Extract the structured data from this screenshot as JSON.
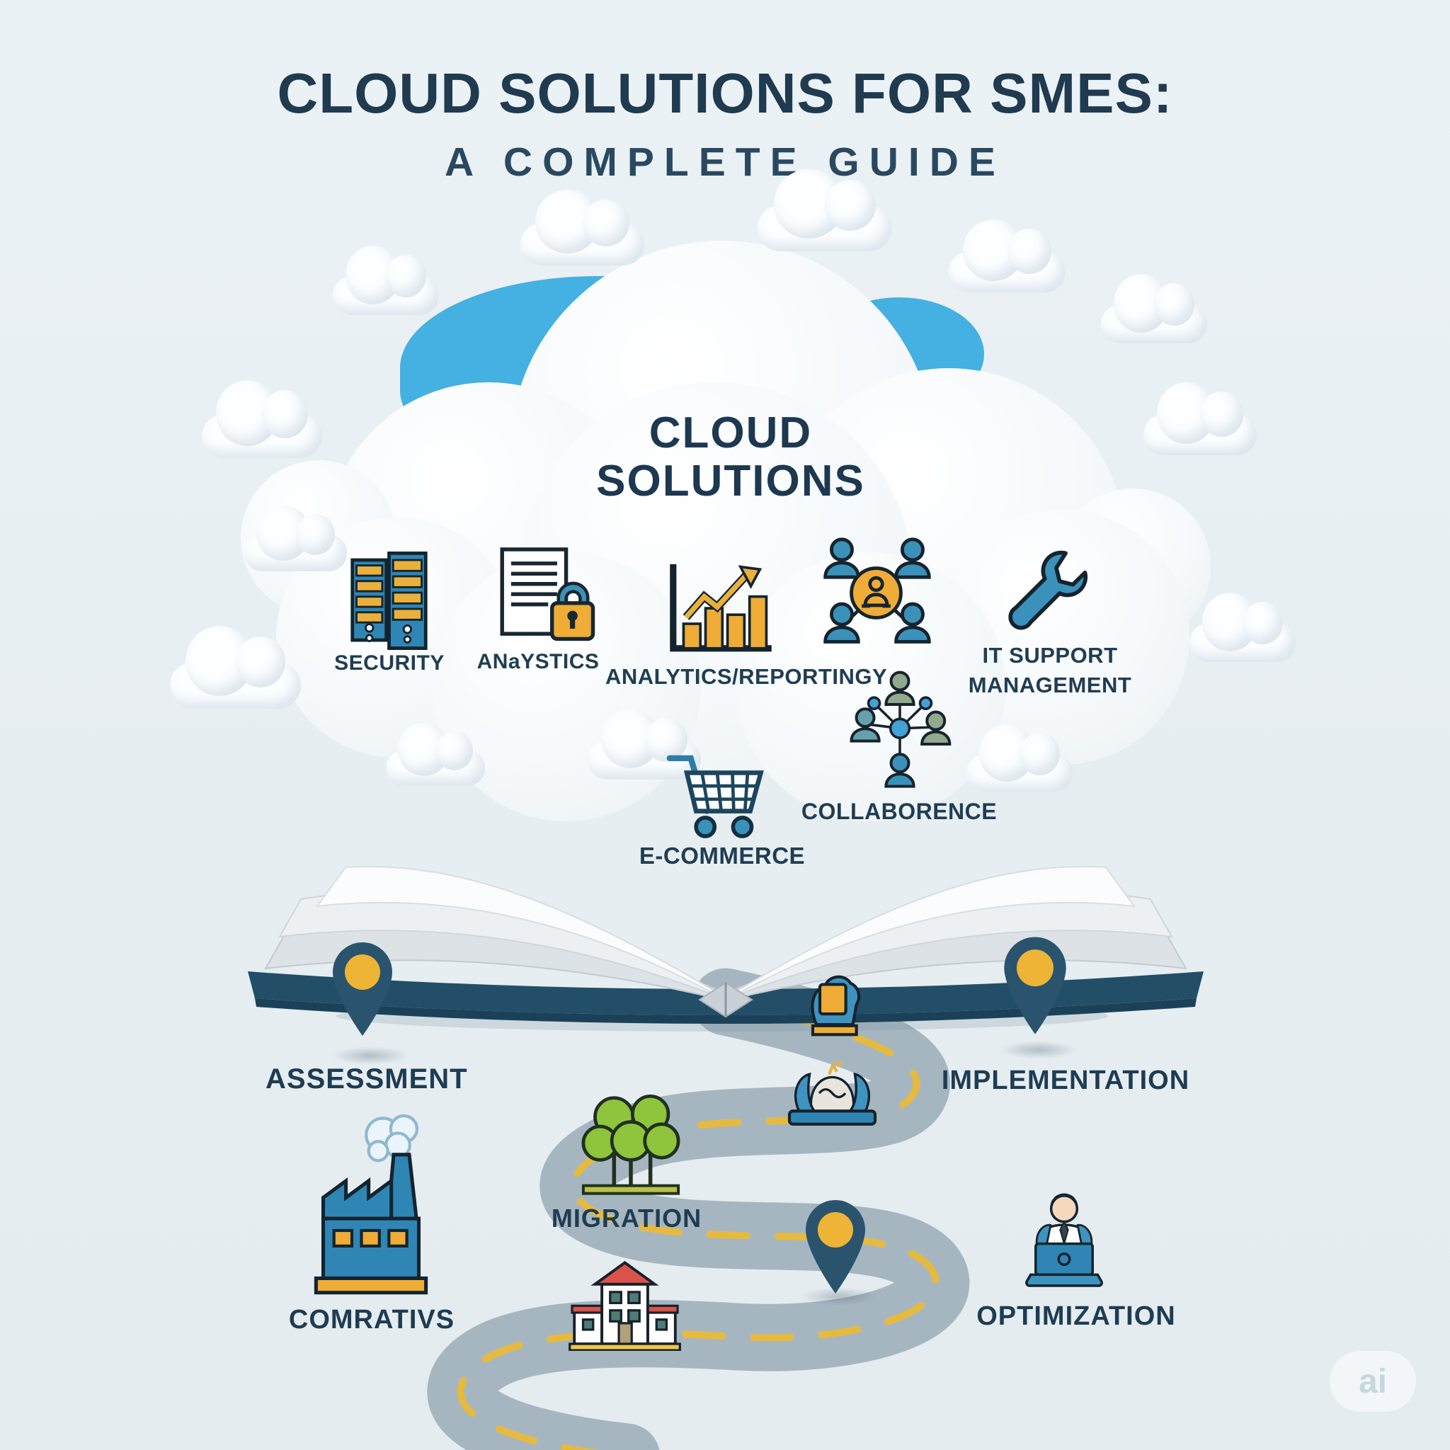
{
  "page": {
    "title_line1": "CLOUD SOLUTIONS FOR SMES:",
    "title_line2": "A COMPLETE GUIDE"
  },
  "cloud": {
    "heading": "CLOUD SOLUTIONS",
    "services": [
      {
        "name": "security",
        "label": "SECURITY"
      },
      {
        "name": "analystics",
        "label": "ANaYSTICS"
      },
      {
        "name": "analytics-reporting",
        "label": "ANALYTICS/REPORTINGY"
      },
      {
        "name": "it-support",
        "label": "IT SUPPORT MANAGEMENT"
      }
    ]
  },
  "below_cloud": {
    "ecommerce_label": "E-COMMERCE",
    "collaborence_label": "COLLABORENCE"
  },
  "roadmap": {
    "stages": [
      {
        "label": "ASSESSMENT"
      },
      {
        "label": "IMPLEMENTATION"
      },
      {
        "label": "MIGRATION"
      },
      {
        "label": "COMRATIVS"
      },
      {
        "label": "OPTIMIZATION"
      }
    ]
  },
  "watermark": {
    "label": "ai"
  },
  "colors": {
    "background": "#e8eff3",
    "heading_navy": "#1e3c52",
    "sky_blue": "#45b0e2",
    "icon_blue": "#2f86b4",
    "accent_orange": "#efac37",
    "road_gray": "#a6b6c1",
    "road_dash_yellow": "#e6ba3e",
    "tree_green": "#8fc43d",
    "roof_red": "#d9534a",
    "pin_navy": "#2a536e"
  }
}
